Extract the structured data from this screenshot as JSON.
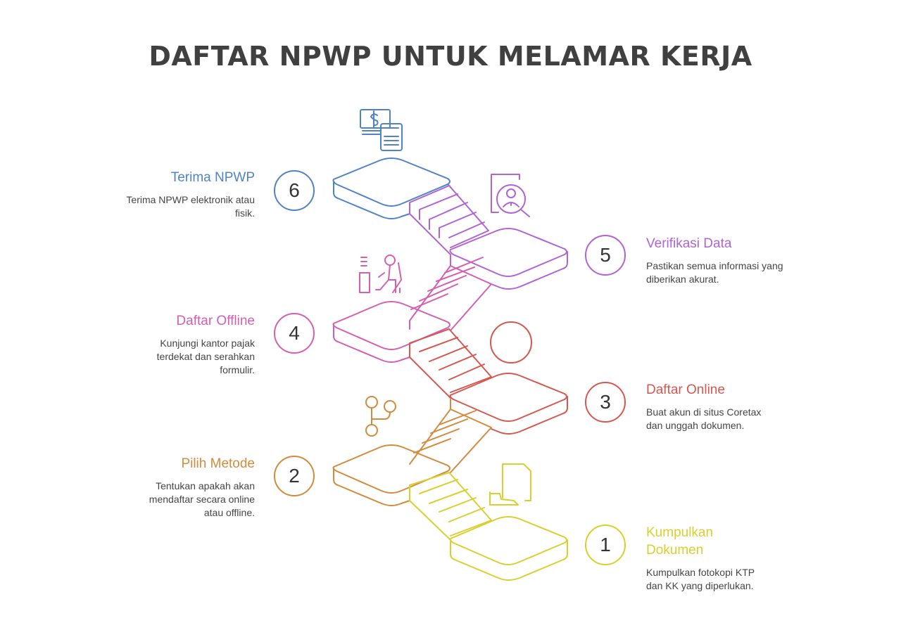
{
  "title": "DAFTAR NPWP UNTUK MELAMAR KERJA",
  "steps": [
    {
      "number": "1",
      "heading": "Kumpulkan Dokumen",
      "description": "Kumpulkan fotokopi KTP dan KK yang diperlukan.",
      "color": "#d9cf2e",
      "icon": "document-icon"
    },
    {
      "number": "2",
      "heading": "Pilih Metode",
      "description": "Tentukan apakah akan mendaftar secara online atau offline.",
      "color": "#d38a3c",
      "icon": "branch-icon"
    },
    {
      "number": "3",
      "heading": "Daftar Online",
      "description": "Buat akun di situs Coretax dan unggah dokumen.",
      "color": "#d6574f",
      "icon": "circle-icon"
    },
    {
      "number": "4",
      "heading": "Daftar Offline",
      "description": "Kunjungi kantor pajak terdekat dan serahkan formulir.",
      "color": "#d45fb1",
      "icon": "office-worker-icon"
    },
    {
      "number": "5",
      "heading": "Verifikasi Data",
      "description": "Pastikan semua informasi yang diberikan akurat.",
      "color": "#b063d2",
      "icon": "profile-search-icon"
    },
    {
      "number": "6",
      "heading": "Terima NPWP",
      "description": "Terima NPWP elektronik atau fisik.",
      "color": "#4f83c4",
      "icon": "money-calculator-icon"
    }
  ]
}
